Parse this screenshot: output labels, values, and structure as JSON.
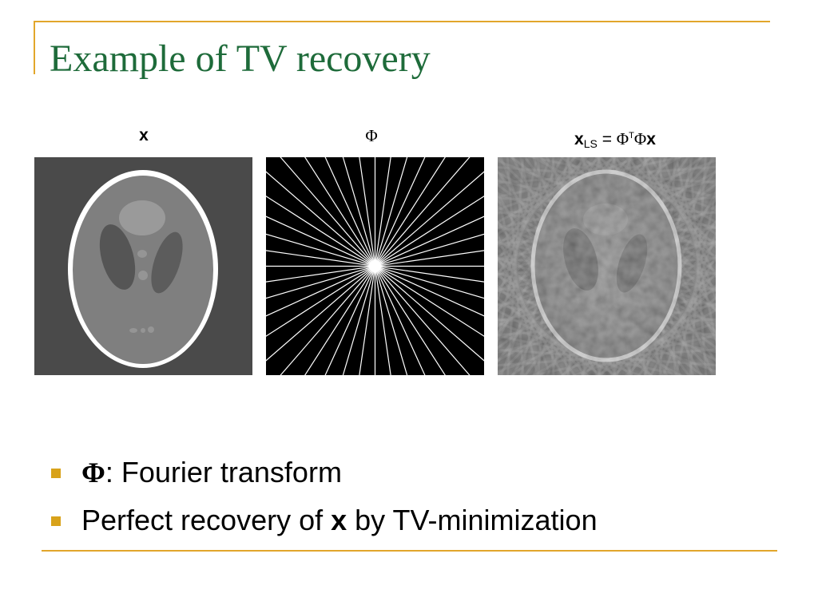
{
  "slide": {
    "title": "Example of TV recovery"
  },
  "figures": {
    "labels": {
      "x": "x",
      "phi": "Φ",
      "xls_base": "x",
      "xls_sub": "LS",
      "xls_eq": " = ",
      "xls_phi1": "Φ",
      "xls_sup": "T",
      "xls_phi2": "Φ",
      "xls_x": "x"
    },
    "panels": [
      {
        "name": "phantom-image",
        "description_icon": "shepp-logan-phantom"
      },
      {
        "name": "radial-sampling-mask",
        "description_icon": "radial-lines",
        "line_count": 22
      },
      {
        "name": "least-squares-reconstruction",
        "description_icon": "streaky-phantom"
      }
    ]
  },
  "bullets": [
    {
      "bold_prefix": "Φ",
      "text": ": Fourier transform"
    },
    {
      "text_before": "Perfect recovery of ",
      "bold": "x",
      "text_after": " by TV-minimization"
    }
  ],
  "colors": {
    "title": "#1e6b3a",
    "accent_rule": "#e2a62b",
    "bullet": "#d8a21a"
  }
}
